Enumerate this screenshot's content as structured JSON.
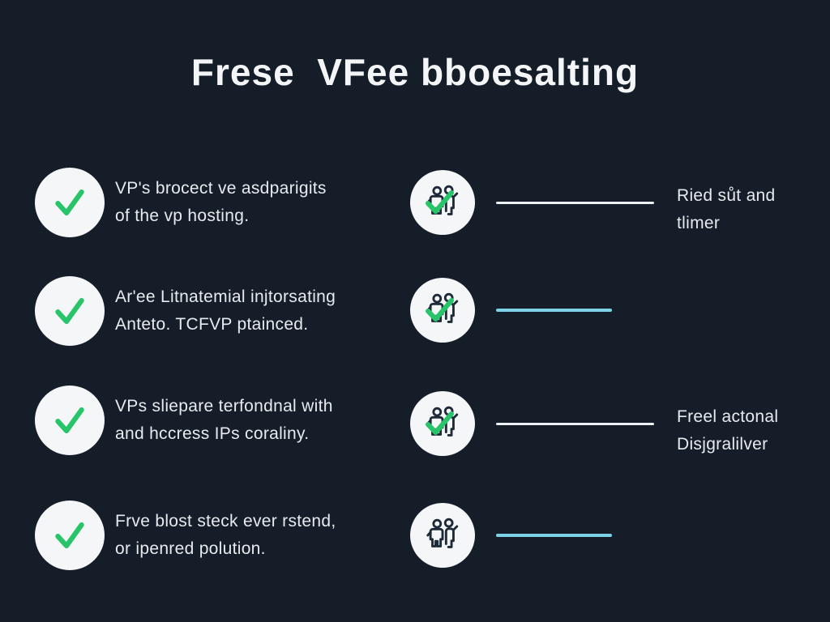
{
  "title": "Frese  VFee bboesalting",
  "colors": {
    "background": "#151d29",
    "title_text": "#f3f5f7",
    "text": "#e7eaee",
    "circle": "#f5f6f8",
    "check_green": "#28c469",
    "icon_stroke": "#1f2a38",
    "line_white": "#eef1f4",
    "line_cyan": "#7dd2e8"
  },
  "checklist": [
    {
      "icon": "checkmark-icon",
      "line1": "VP's brocect ve asdparigits",
      "line2": "of the vp hosting."
    },
    {
      "icon": "checkmark-icon",
      "line1": "Ar'ee Litnatemial injtorsating",
      "line2": "Anteto. TCFVP ptainced."
    },
    {
      "icon": "checkmark-icon",
      "line1": "VPs sliepare terfondnal with",
      "line2": "and hccress IPs coraliny."
    },
    {
      "icon": "checkmark-icon",
      "line1": "Frve blost steck ever rstend,",
      "line2": "or ipenred polution."
    }
  ],
  "features": [
    {
      "icon": "people-check-icon",
      "divider_color": "white",
      "line1": "Ried sůt and",
      "line2": "tlimer"
    },
    {
      "icon": "people-check-icon",
      "divider_color": "cyan",
      "line1": "",
      "line2": ""
    },
    {
      "icon": "people-check-icon",
      "divider_color": "white",
      "line1": "Freel actonal",
      "line2": "Disjgralilver"
    },
    {
      "icon": "people-icon",
      "divider_color": "cyan",
      "line1": "",
      "line2": ""
    }
  ]
}
